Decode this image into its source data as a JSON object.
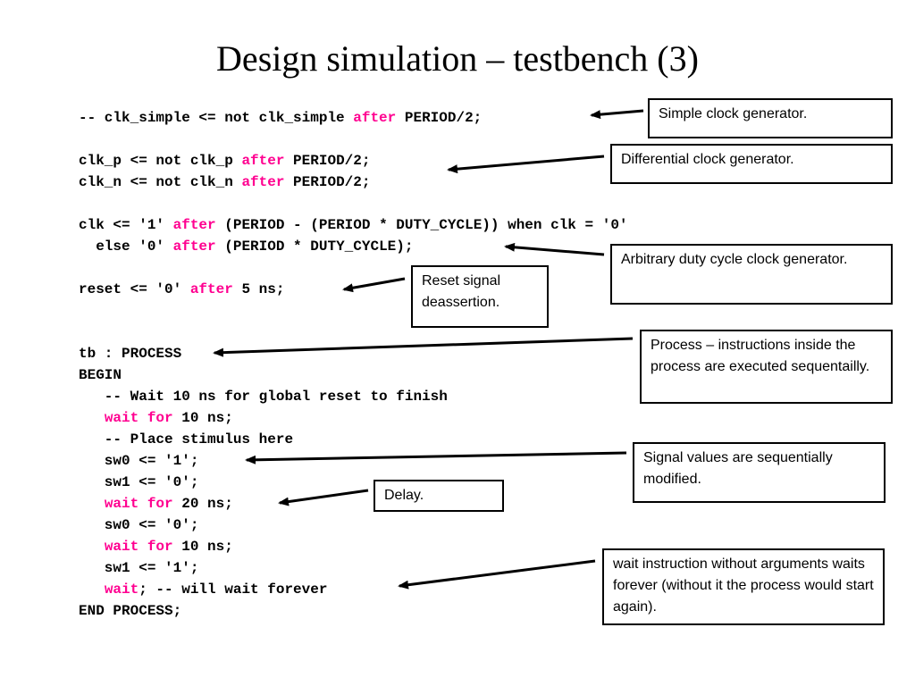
{
  "slide": {
    "title": "Design simulation – testbench (3)"
  },
  "code": {
    "l1": [
      "-- clk_simple <= not clk_simple ",
      "after",
      " PERIOD/2;"
    ],
    "l2": [
      "clk_p <= not clk_p ",
      "after",
      " PERIOD/2;"
    ],
    "l3": [
      "clk_n <= not clk_n ",
      "after",
      " PERIOD/2;"
    ],
    "l4": [
      "clk <= '1' ",
      "after",
      " (PERIOD - (PERIOD * DUTY_CYCLE)) when clk = '0'"
    ],
    "l5": [
      "  else '0' ",
      "after",
      " (PERIOD * DUTY_CYCLE);"
    ],
    "l6": [
      "reset <= '0' ",
      "after",
      " 5 ns;"
    ],
    "l7": "tb : PROCESS",
    "l8": "BEGIN",
    "l9": "   -- Wait 10 ns for global reset to finish",
    "l10": [
      "   ",
      "wait for",
      " 10 ns;"
    ],
    "l11": "   -- Place stimulus here",
    "l12": "   sw0 <= '1';",
    "l13": "   sw1 <= '0';",
    "l14": [
      "   ",
      "wait for",
      " 20 ns;"
    ],
    "l15": "   sw0 <= '0';",
    "l16": [
      "   ",
      "wait for",
      " 10 ns;"
    ],
    "l17": "   sw1 <= '1';",
    "l18": [
      "   ",
      "wait",
      "; -- will wait forever"
    ],
    "l19": "END PROCESS;"
  },
  "callouts": {
    "simple_clock": "Simple clock generator.",
    "diff_clock": "Differential clock generator.",
    "duty_cycle": "Arbitrary duty cycle clock generator.",
    "reset": "Reset signal deassertion.",
    "process": "Process – instructions inside the process are executed sequentailly.",
    "signals": "Signal values are sequentially modified.",
    "delay": "Delay.",
    "wait_forever": "wait instruction without arguments waits forever (without it the process would start again)."
  },
  "colors": {
    "keyword": "#ff0090",
    "text": "#000000",
    "background": "#ffffff"
  }
}
